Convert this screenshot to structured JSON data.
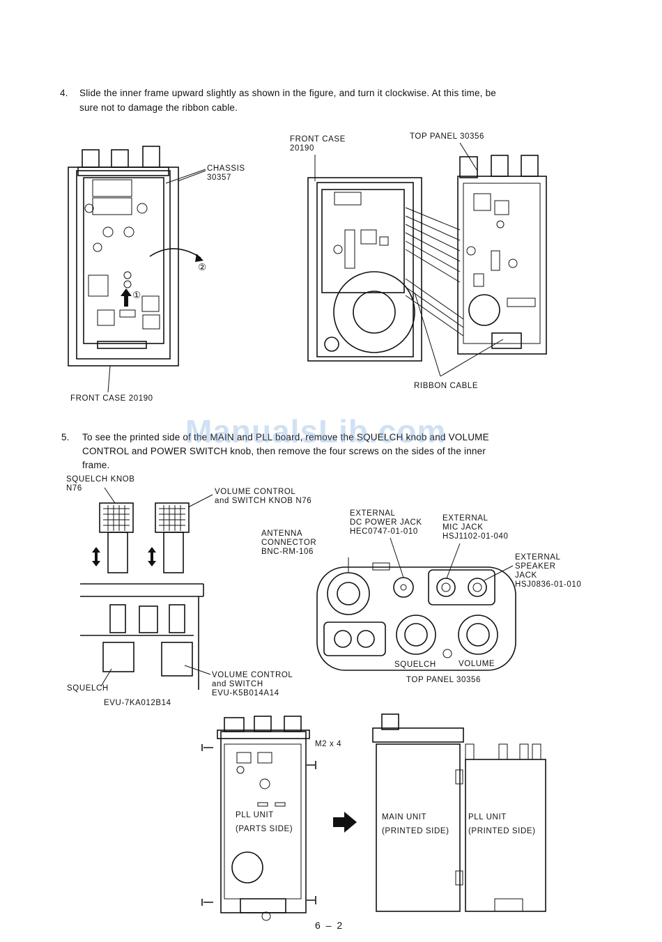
{
  "step4": {
    "number": "4.",
    "line1": "Slide the inner frame upward slightly as shown in the figure, and turn it clockwise. At this time, be",
    "line2": "sure not to damage the ribbon cable."
  },
  "fig1": {
    "chassis": "CHASSIS\n30357",
    "front_case": "FRONT CASE 20190",
    "marker1": "①",
    "marker2": "②"
  },
  "fig2": {
    "front_case": "FRONT CASE\n20190",
    "top_panel": "TOP PANEL 30356",
    "ribbon_cable": "RIBBON CABLE"
  },
  "step5": {
    "number": "5.",
    "line1": "To see the printed side of the MAIN and PLL board, remove the SQUELCH knob and VOLUME",
    "line2": "CONTROL and POWER SWITCH knob, then remove the four screws on the sides of the inner",
    "line3": "frame."
  },
  "watermark": "ManualsLib.com",
  "fig3": {
    "squelch_knob": "SQUELCH KNOB\nN76",
    "volume_knob": "VOLUME CONTROL\nand SWITCH KNOB N76",
    "squelch": "SQUELCH",
    "squelch_part": "EVU-7KA012B14",
    "volume_control": "VOLUME CONTROL\nand SWITCH\nEVU-K5B014A14"
  },
  "fig4": {
    "antenna": "ANTENNA\nCONNECTOR\nBNC-RM-106",
    "dc_jack": "EXTERNAL\nDC POWER JACK\nHEC0747-01-010",
    "mic_jack": "EXTERNAL\nMIC JACK\nHSJ1102-01-040",
    "speaker_jack": "EXTERNAL\nSPEAKER\nJACK\nHSJ0836-01-010",
    "squelch": "SQUELCH",
    "volume": "VOLUME",
    "top_panel": "TOP PANEL 30356"
  },
  "fig5": {
    "screws": "M2 x 4",
    "pll_unit": "PLL UNIT\n(PARTS SIDE)",
    "main_unit": "MAIN UNIT\n(PRINTED SIDE)",
    "pll_printed": "PLL UNIT\n(PRINTED SIDE)"
  },
  "page_number": "6 – 2"
}
